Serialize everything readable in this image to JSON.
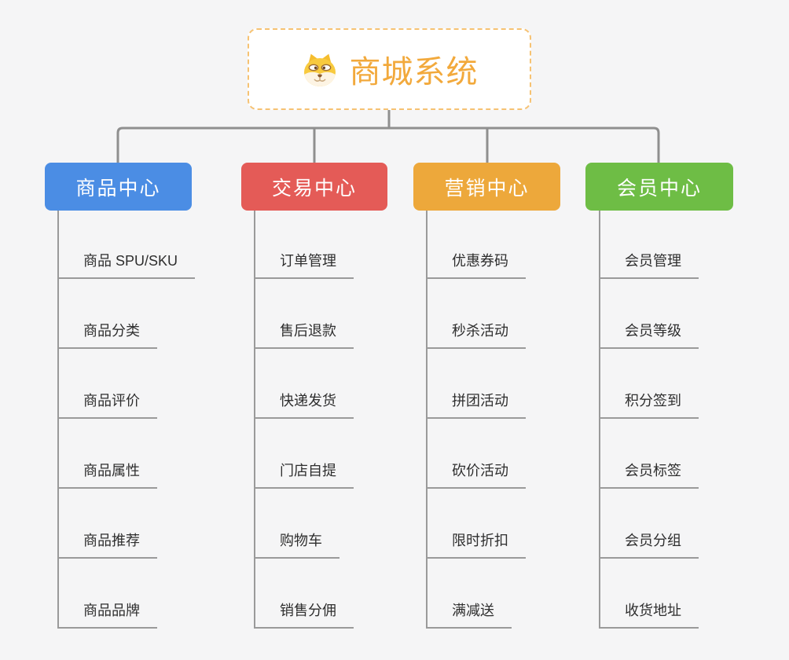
{
  "app": {
    "background_color": "#f5f5f6"
  },
  "root": {
    "label": "商城系统",
    "icon": "dog-face-icon",
    "text_color": "#f2a93c",
    "border_color": "#f6c272",
    "fill_color": "#ffffff"
  },
  "lines": {
    "color": "#8f8f8f",
    "branch_line_color": "#9a9a9a"
  },
  "branches": [
    {
      "label": "商品中心",
      "color": "#4b8de4",
      "children": [
        "商品 SPU/SKU",
        "商品分类",
        "商品评价",
        "商品属性",
        "商品推荐",
        "商品品牌"
      ]
    },
    {
      "label": "交易中心",
      "color": "#e45b57",
      "children": [
        "订单管理",
        "售后退款",
        "快递发货",
        "门店自提",
        "购物车",
        "销售分佣"
      ]
    },
    {
      "label": "营销中心",
      "color": "#eda83b",
      "children": [
        "优惠券码",
        "秒杀活动",
        "拼团活动",
        "砍价活动",
        "限时折扣",
        "满减送"
      ]
    },
    {
      "label": "会员中心",
      "color": "#6ebd45",
      "children": [
        "会员管理",
        "会员等级",
        "积分签到",
        "会员标签",
        "会员分组",
        "收货地址"
      ]
    }
  ]
}
